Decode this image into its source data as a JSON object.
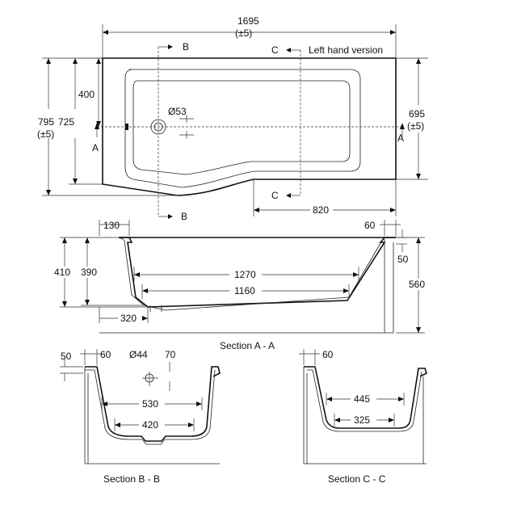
{
  "plan": {
    "width_label": "1695",
    "width_tol": "(±5)",
    "version_label": "Left hand version",
    "height_795": "795",
    "height_725": "725",
    "height_tol": "(±5)",
    "dim_400": "400",
    "waste_dia": "Ø53",
    "right_695": "695",
    "right_tol": "(±5)",
    "dim_820": "820",
    "marker_a": "A",
    "marker_b": "B",
    "marker_c": "C"
  },
  "section_aa": {
    "title": "Section A - A",
    "dim_130": "130",
    "dim_60": "60",
    "dim_410": "410",
    "dim_390": "390",
    "dim_1270": "1270",
    "dim_1160": "1160",
    "dim_320": "320",
    "dim_50": "50",
    "dim_560": "560"
  },
  "section_bb": {
    "title": "Section B - B",
    "dim_50": "50",
    "dim_60": "60",
    "dim_44": "Ø44",
    "dim_70": "70",
    "dim_530": "530",
    "dim_420": "420"
  },
  "section_cc": {
    "title": "Section C - C",
    "dim_60": "60",
    "dim_445": "445",
    "dim_325": "325"
  }
}
